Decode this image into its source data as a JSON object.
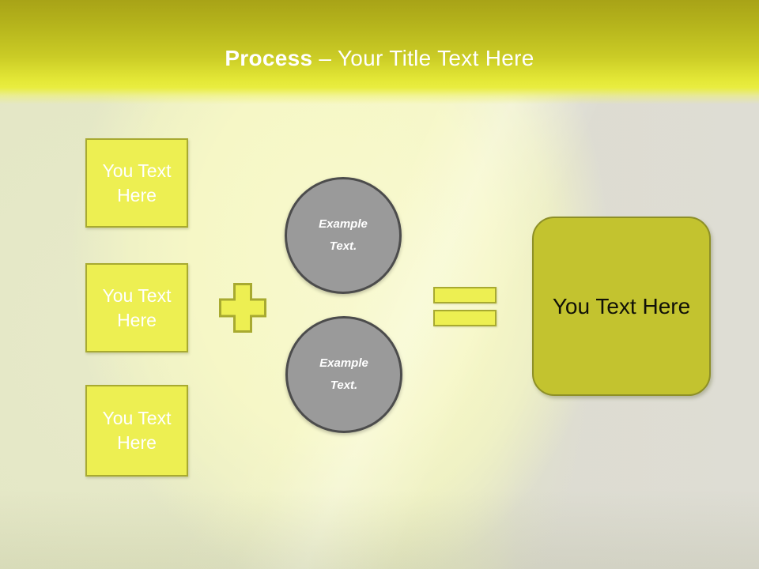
{
  "header": {
    "title_bold": "Process",
    "title_rest": "– Your Title Text Here"
  },
  "input_boxes": [
    {
      "label": "You Text Here"
    },
    {
      "label": "You Text Here"
    },
    {
      "label": "You Text Here"
    }
  ],
  "example_circles": [
    {
      "label": "Example Text."
    },
    {
      "label": "Example Text."
    }
  ],
  "result_box": {
    "label": "You Text Here"
  },
  "icons": {
    "plus": "plus-sign",
    "equals": "equals-sign"
  },
  "colors": {
    "header_top": "#a8a317",
    "header_bottom": "#e9ed40",
    "title_text": "#ffffff",
    "box_fill": "#edef52",
    "box_border": "#a8aa30",
    "box_text": "#ffffff",
    "circle_fill": "#9a9a9a",
    "circle_border": "#4c4c4c",
    "circle_text": "#ffffff",
    "result_fill": "#c3c32f",
    "result_border": "#8d8f27",
    "result_text": "#111108",
    "background_left": "#e4e7c9",
    "background_right": "#deddd4"
  }
}
